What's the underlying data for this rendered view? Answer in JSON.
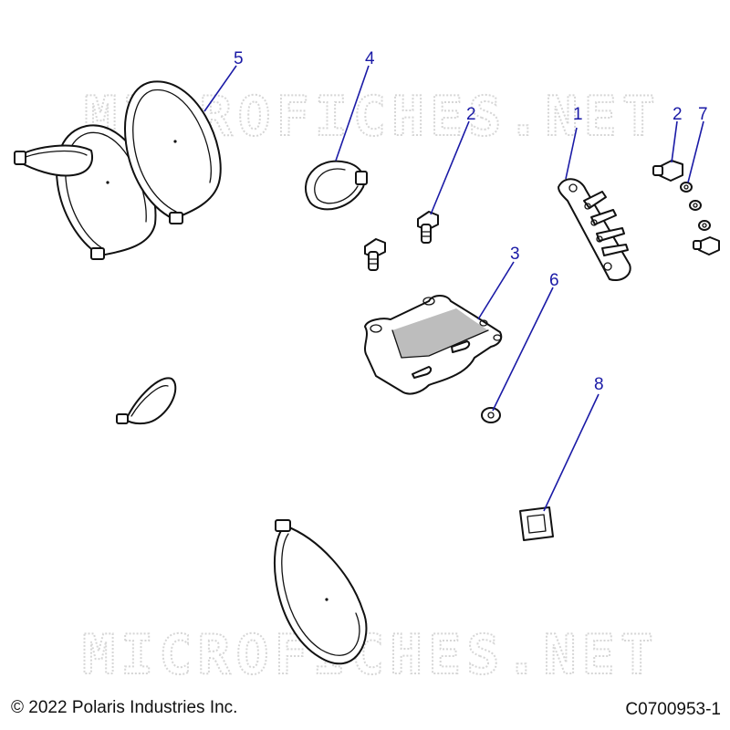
{
  "watermark": {
    "text": "MICROFICHES.NET"
  },
  "callouts": {
    "tie_large_5": "5",
    "clamp_4": "4",
    "bolt_2_center": "2",
    "terminal_block_1": "1",
    "bolt_2_right": "2",
    "nut_7": "7",
    "bracket_3": "3",
    "nut_6": "6",
    "clip_8": "8"
  },
  "footer": {
    "copyright": "© 2022 Polaris Industries Inc.",
    "figure_id": "C0700953-1"
  },
  "colors": {
    "callout": "#1a1aa6",
    "line_art": "#111111",
    "watermark": "#d6d6d6",
    "shading": "#bdbdbd"
  }
}
